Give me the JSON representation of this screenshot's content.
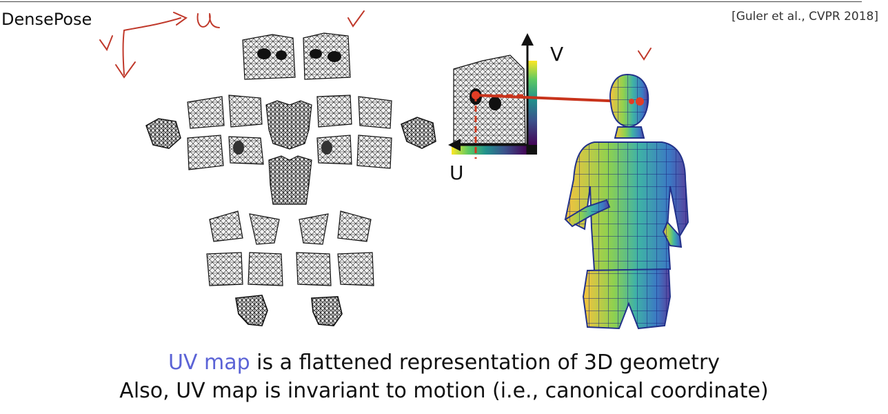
{
  "slide": {
    "title": "DensePose",
    "citation": "[Guler et al., CVPR 2018]",
    "caption_highlight": "UV map",
    "caption_line1_rest": " is a flattened representation of 3D geometry",
    "caption_line2": "Also, UV map is invariant to motion (i.e., canonical coordinate)"
  },
  "figure": {
    "axis_u_label": "U",
    "axis_v_label": "V",
    "annotation_u": "u",
    "annotation_v": "v"
  },
  "colors": {
    "highlight": "#5b63d6",
    "annotation": "#c0392b",
    "viridis": [
      "#440154",
      "#3b528b",
      "#21918c",
      "#5ec962",
      "#fde725"
    ]
  }
}
